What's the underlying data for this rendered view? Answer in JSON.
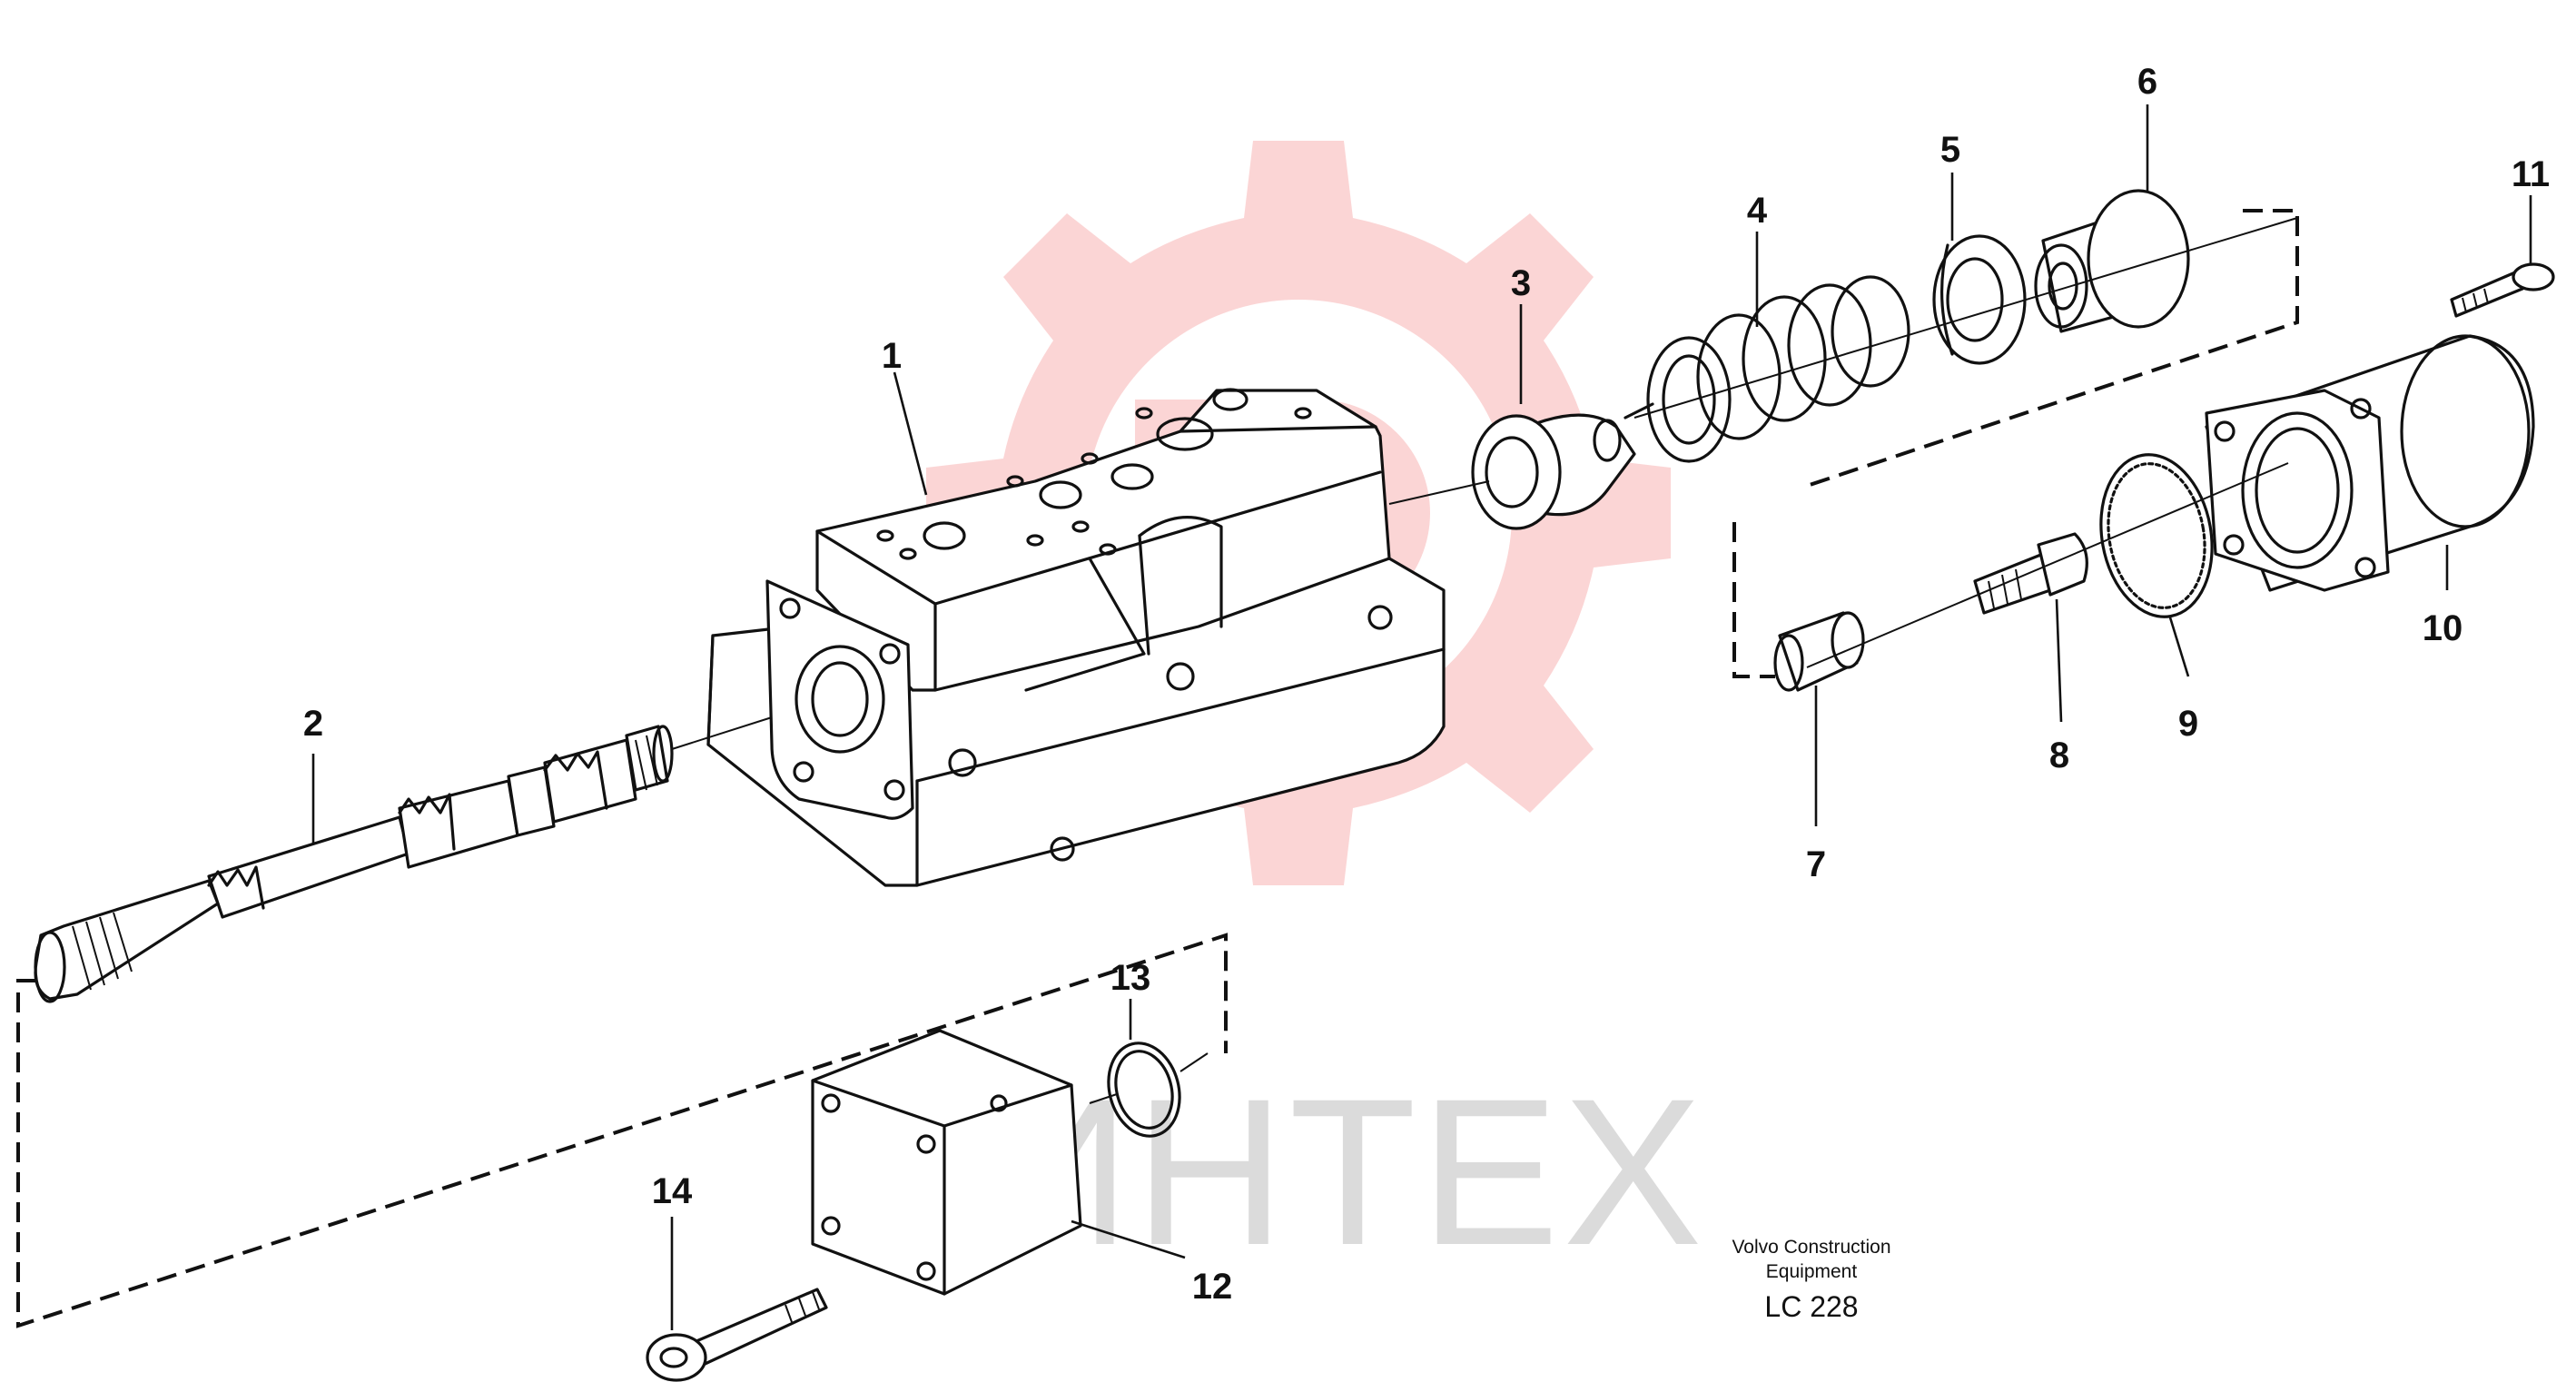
{
  "diagram": {
    "callouts": [
      {
        "id": "1",
        "label": "1"
      },
      {
        "id": "2",
        "label": "2"
      },
      {
        "id": "3",
        "label": "3"
      },
      {
        "id": "4",
        "label": "4"
      },
      {
        "id": "5",
        "label": "5"
      },
      {
        "id": "6",
        "label": "6"
      },
      {
        "id": "7",
        "label": "7"
      },
      {
        "id": "8",
        "label": "8"
      },
      {
        "id": "9",
        "label": "9"
      },
      {
        "id": "10",
        "label": "10"
      },
      {
        "id": "11",
        "label": "11"
      },
      {
        "id": "12",
        "label": "12"
      },
      {
        "id": "13",
        "label": "13"
      },
      {
        "id": "14",
        "label": "14"
      }
    ],
    "caption": {
      "line1": "Volvo Construction",
      "line2": "Equipment",
      "code": "LC 228"
    },
    "watermark": {
      "text": "ИНТЕХ",
      "color": "#f7b3b3"
    }
  }
}
